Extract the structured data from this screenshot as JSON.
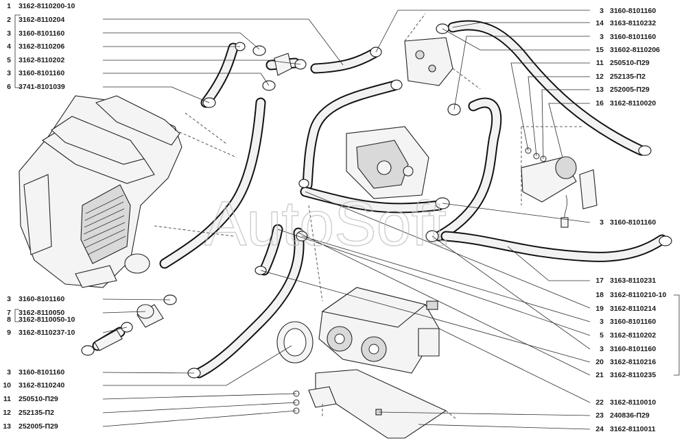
{
  "watermark": "AutoSoft",
  "left_labels": [
    {
      "num": "1",
      "code": "3162-8110200-10"
    },
    {
      "num": "2",
      "code": "3162-8110204"
    },
    {
      "num": "3",
      "code": "3160-8101160"
    },
    {
      "num": "4",
      "code": "3162-8110206"
    },
    {
      "num": "5",
      "code": "3162-8110202"
    },
    {
      "num": "3",
      "code": "3160-8101160"
    },
    {
      "num": "6",
      "code": "3741-8101039"
    },
    {
      "num": "3",
      "code": "3160-8101160"
    },
    {
      "num": "7",
      "code": "3162-8110050"
    },
    {
      "num": "8",
      "code": "3162-8110050-10"
    },
    {
      "num": "9",
      "code": "3162-8110237-10"
    },
    {
      "num": "3",
      "code": "3160-8101160"
    },
    {
      "num": "10",
      "code": "3162-8110240"
    },
    {
      "num": "11",
      "code": "250510-П29"
    },
    {
      "num": "12",
      "code": "252135-П2"
    },
    {
      "num": "13",
      "code": "252005-П29"
    }
  ],
  "right_labels": [
    {
      "num": "3",
      "code": "3160-8101160"
    },
    {
      "num": "14",
      "code": "3163-8110232"
    },
    {
      "num": "3",
      "code": "3160-8101160"
    },
    {
      "num": "15",
      "code": "31602-8110206"
    },
    {
      "num": "11",
      "code": "250510-П29"
    },
    {
      "num": "12",
      "code": "252135-П2"
    },
    {
      "num": "13",
      "code": "252005-П29"
    },
    {
      "num": "16",
      "code": "3162-8110020"
    },
    {
      "num": "3",
      "code": "3160-8101160"
    },
    {
      "num": "17",
      "code": "3163-8110231"
    },
    {
      "num": "18",
      "code": "3162-8110210-10"
    },
    {
      "num": "19",
      "code": "3162-8110214"
    },
    {
      "num": "3",
      "code": "3160-8101160"
    },
    {
      "num": "5",
      "code": "3162-8110202"
    },
    {
      "num": "3",
      "code": "3160-8101160"
    },
    {
      "num": "20",
      "code": "3162-8110216"
    },
    {
      "num": "21",
      "code": "3162-8110235"
    },
    {
      "num": "22",
      "code": "3162-8110010"
    },
    {
      "num": "23",
      "code": "240836-П29"
    },
    {
      "num": "24",
      "code": "3162-8110011"
    }
  ]
}
